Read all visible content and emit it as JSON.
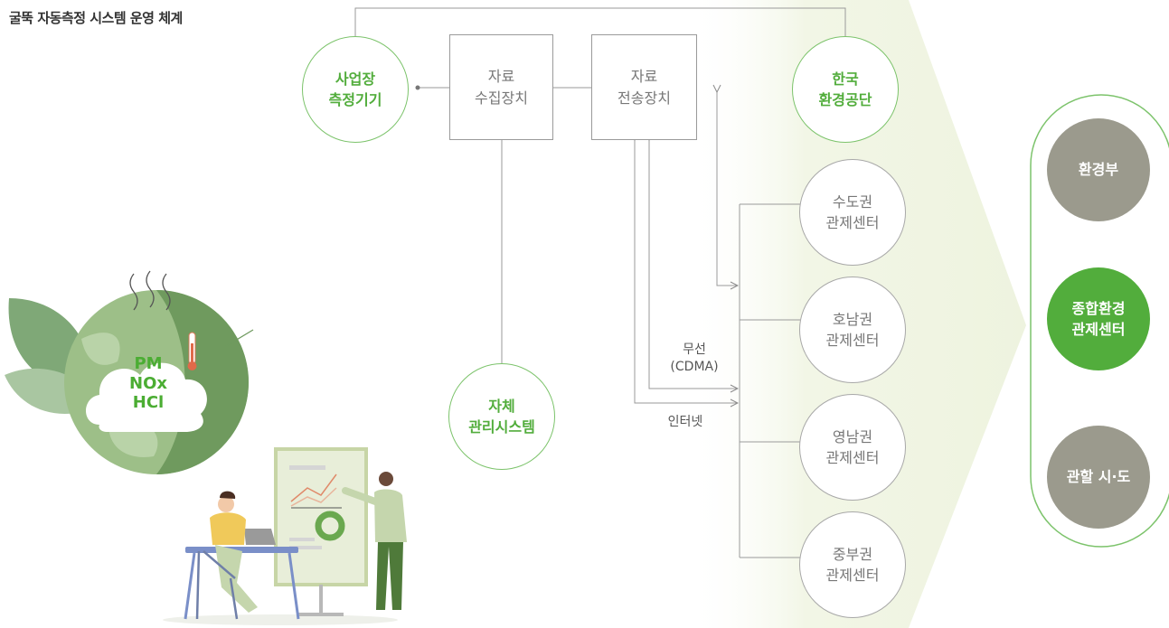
{
  "title": "굴뚝 자동측정 시스템 운영 체계",
  "nodes": {
    "measure": [
      "사업장",
      "측정기기"
    ],
    "collect": [
      "자료",
      "수집장치"
    ],
    "transmit": [
      "자료",
      "전송장치"
    ],
    "keco": [
      "한국",
      "환경공단"
    ],
    "self_mgmt": [
      "자체",
      "관리시스템"
    ],
    "capital": [
      "수도권",
      "관제센터"
    ],
    "honam": [
      "호남권",
      "관제센터"
    ],
    "yeongnam": [
      "영남권",
      "관제센터"
    ],
    "central": [
      "중부권",
      "관제센터"
    ]
  },
  "links": {
    "wireless": [
      "무선",
      "(CDMA)"
    ],
    "internet": "인터넷"
  },
  "right_panel": {
    "ministry": "환경부",
    "control": [
      "종합환경",
      "관제센터"
    ],
    "local": "관할 시·도"
  },
  "illustration": {
    "pollutants": [
      "PM",
      "NOx",
      "HCl"
    ]
  },
  "colors": {
    "green": "#52ad3c",
    "green_light": "#7cc36b",
    "gray_fill": "#9b9a8d",
    "band": "#f3f6e9"
  }
}
